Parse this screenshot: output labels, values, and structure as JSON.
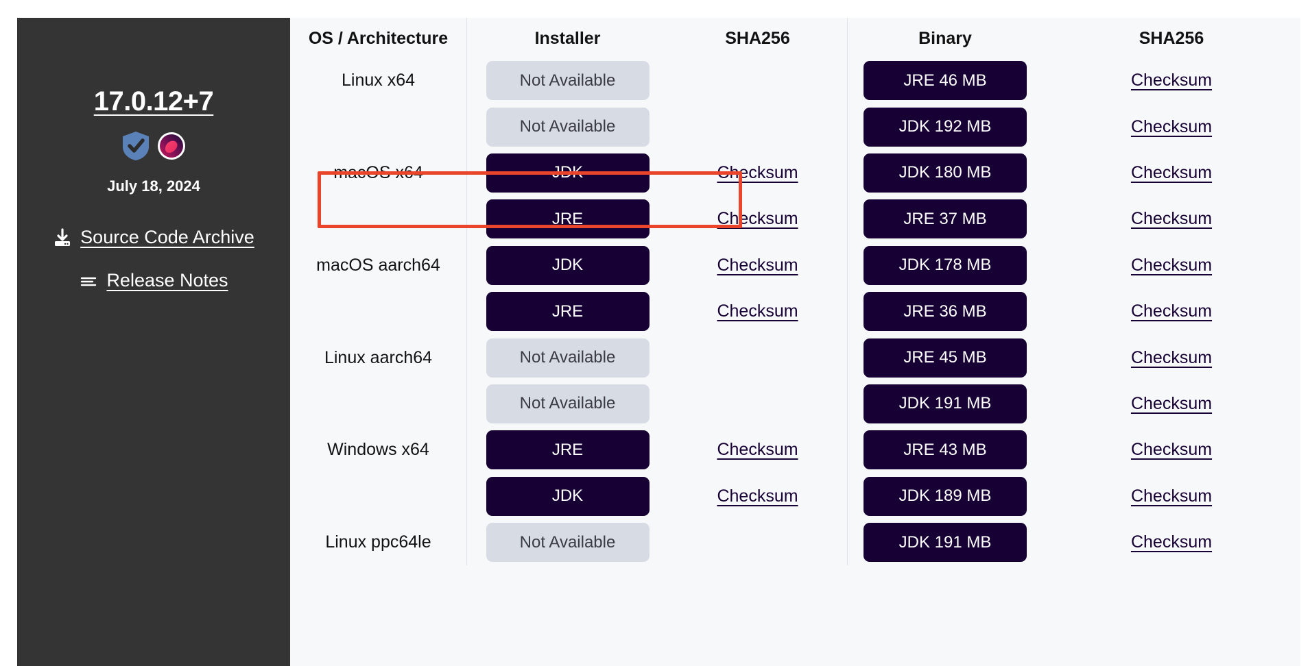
{
  "sidebar": {
    "version": "17.0.12+7",
    "badges": [
      {
        "name": "verified-shield-icon",
        "color": "#5b82b8"
      },
      {
        "name": "temurin-logo-icon",
        "color": "#f2386b"
      }
    ],
    "release_date": "July 18, 2024",
    "links": [
      {
        "label": "Source Code Archive",
        "icon": "download-icon"
      },
      {
        "label": "Release Notes",
        "icon": "notes-lines-icon"
      }
    ],
    "background": "#343434"
  },
  "table": {
    "headers": [
      "OS / Architecture",
      "Installer",
      "SHA256",
      "Binary",
      "SHA256"
    ],
    "checksum_label": "Checksum",
    "not_available_label": "Not Available",
    "rows": [
      {
        "os": "Linux x64",
        "installer": "Not Available",
        "installer_available": false,
        "installer_checksum": "",
        "binary": "JRE 46 MB",
        "binary_checksum": "Checksum"
      },
      {
        "os": "",
        "installer": "Not Available",
        "installer_available": false,
        "installer_checksum": "",
        "binary": "JDK 192 MB",
        "binary_checksum": "Checksum"
      },
      {
        "os": "macOS x64",
        "installer": "JDK",
        "installer_available": true,
        "installer_checksum": "Checksum",
        "binary": "JDK 180 MB",
        "binary_checksum": "Checksum"
      },
      {
        "os": "",
        "installer": "JRE",
        "installer_available": true,
        "installer_checksum": "Checksum",
        "binary": "JRE 37 MB",
        "binary_checksum": "Checksum"
      },
      {
        "os": "macOS aarch64",
        "installer": "JDK",
        "installer_available": true,
        "installer_checksum": "Checksum",
        "binary": "JDK 178 MB",
        "binary_checksum": "Checksum"
      },
      {
        "os": "",
        "installer": "JRE",
        "installer_available": true,
        "installer_checksum": "Checksum",
        "binary": "JRE 36 MB",
        "binary_checksum": "Checksum"
      },
      {
        "os": "Linux aarch64",
        "installer": "Not Available",
        "installer_available": false,
        "installer_checksum": "",
        "binary": "JRE 45 MB",
        "binary_checksum": "Checksum"
      },
      {
        "os": "",
        "installer": "Not Available",
        "installer_available": false,
        "installer_checksum": "",
        "binary": "JDK 191 MB",
        "binary_checksum": "Checksum"
      },
      {
        "os": "Windows x64",
        "installer": "JRE",
        "installer_available": true,
        "installer_checksum": "Checksum",
        "binary": "JRE 43 MB",
        "binary_checksum": "Checksum"
      },
      {
        "os": "",
        "installer": "JDK",
        "installer_available": true,
        "installer_checksum": "Checksum",
        "binary": "JDK 189 MB",
        "binary_checksum": "Checksum"
      },
      {
        "os": "Linux ppc64le",
        "installer": "Not Available",
        "installer_available": false,
        "installer_checksum": "",
        "binary": "JDK 191 MB",
        "binary_checksum": "Checksum"
      }
    ]
  },
  "annotation": {
    "highlight_color": "#ea452a",
    "highlight_target": "macos-x64-jdk-installer-row"
  },
  "colors": {
    "panel_bg": "#f7f8fa",
    "button_dark": "#160034",
    "button_disabled": "#d7dbe4",
    "separator": "#dfe2e8"
  }
}
